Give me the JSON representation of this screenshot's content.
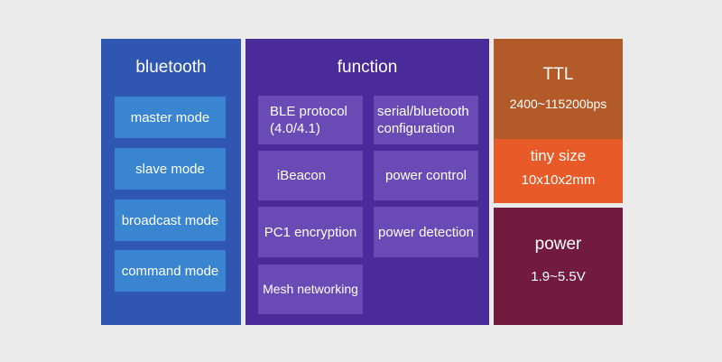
{
  "bluetooth": {
    "title": "bluetooth",
    "modes": [
      "master mode",
      "slave mode",
      "broadcast mode",
      "command mode"
    ]
  },
  "function": {
    "title": "function",
    "features": [
      "BLE protocol\n(4.0/4.1)",
      "serial/bluetooth\nconfiguration",
      "iBeacon",
      "power control",
      "PC1 encryption",
      "power detection",
      "Mesh networking"
    ]
  },
  "ttl": {
    "title": "TTL",
    "value": "2400~115200bps"
  },
  "tiny_size": {
    "title": "tiny size",
    "value": "10x10x2mm"
  },
  "power": {
    "title": "power",
    "value": "1.9~5.5V"
  },
  "colors": {
    "background": "#ebebeb",
    "bluetooth_panel": "#2f56b0",
    "bluetooth_button": "#3a85cf",
    "function_panel": "#4b2b99",
    "function_box": "#6a4ab5",
    "ttl_panel": "#b35a29",
    "tiny_size_panel": "#e85a28",
    "power_panel": "#731b3f"
  }
}
